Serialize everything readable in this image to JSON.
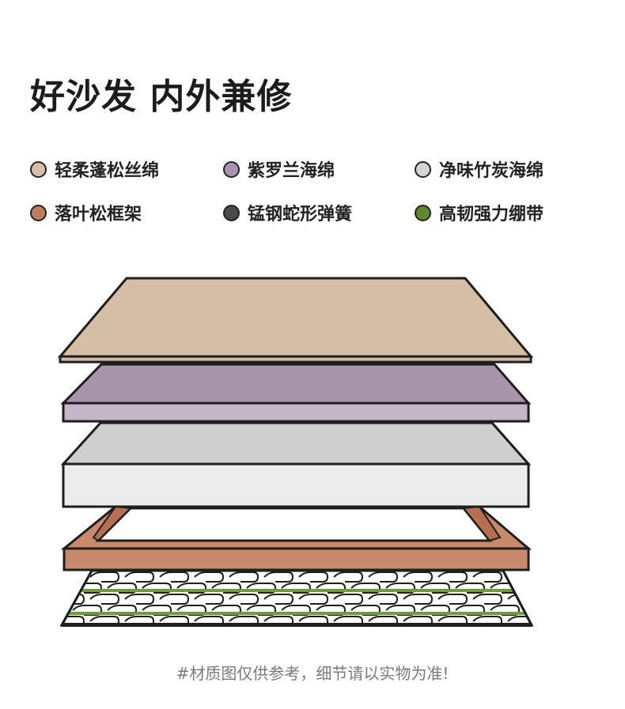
{
  "title": "好沙发 内外兼修",
  "legend": [
    {
      "label": "轻柔蓬松丝绵",
      "color": "#d4bea6"
    },
    {
      "label": "紫罗兰海绵",
      "color": "#a995ab"
    },
    {
      "label": "净味竹炭海绵",
      "color": "#d4d4d4"
    },
    {
      "label": "落叶松框架",
      "color": "#c07a5c"
    },
    {
      "label": "锰钢蛇形弹簧",
      "color": "#4a4a4a"
    },
    {
      "label": "高韧强力绷带",
      "color": "#5c8a28"
    }
  ],
  "layers": {
    "fiber_color": "#d4bea6",
    "violet_top": "#a995ab",
    "violet_side": "#c4b6c7",
    "charcoal_top": "#cfcfcf",
    "charcoal_side": "#ececec",
    "frame_color": "#c98a6c",
    "frame_dark": "#b5704f",
    "strap_color": "#6f9d34",
    "outline": "#1e1e1e"
  },
  "footnote": "#材质图仅供参考，细节请以实物为准!"
}
